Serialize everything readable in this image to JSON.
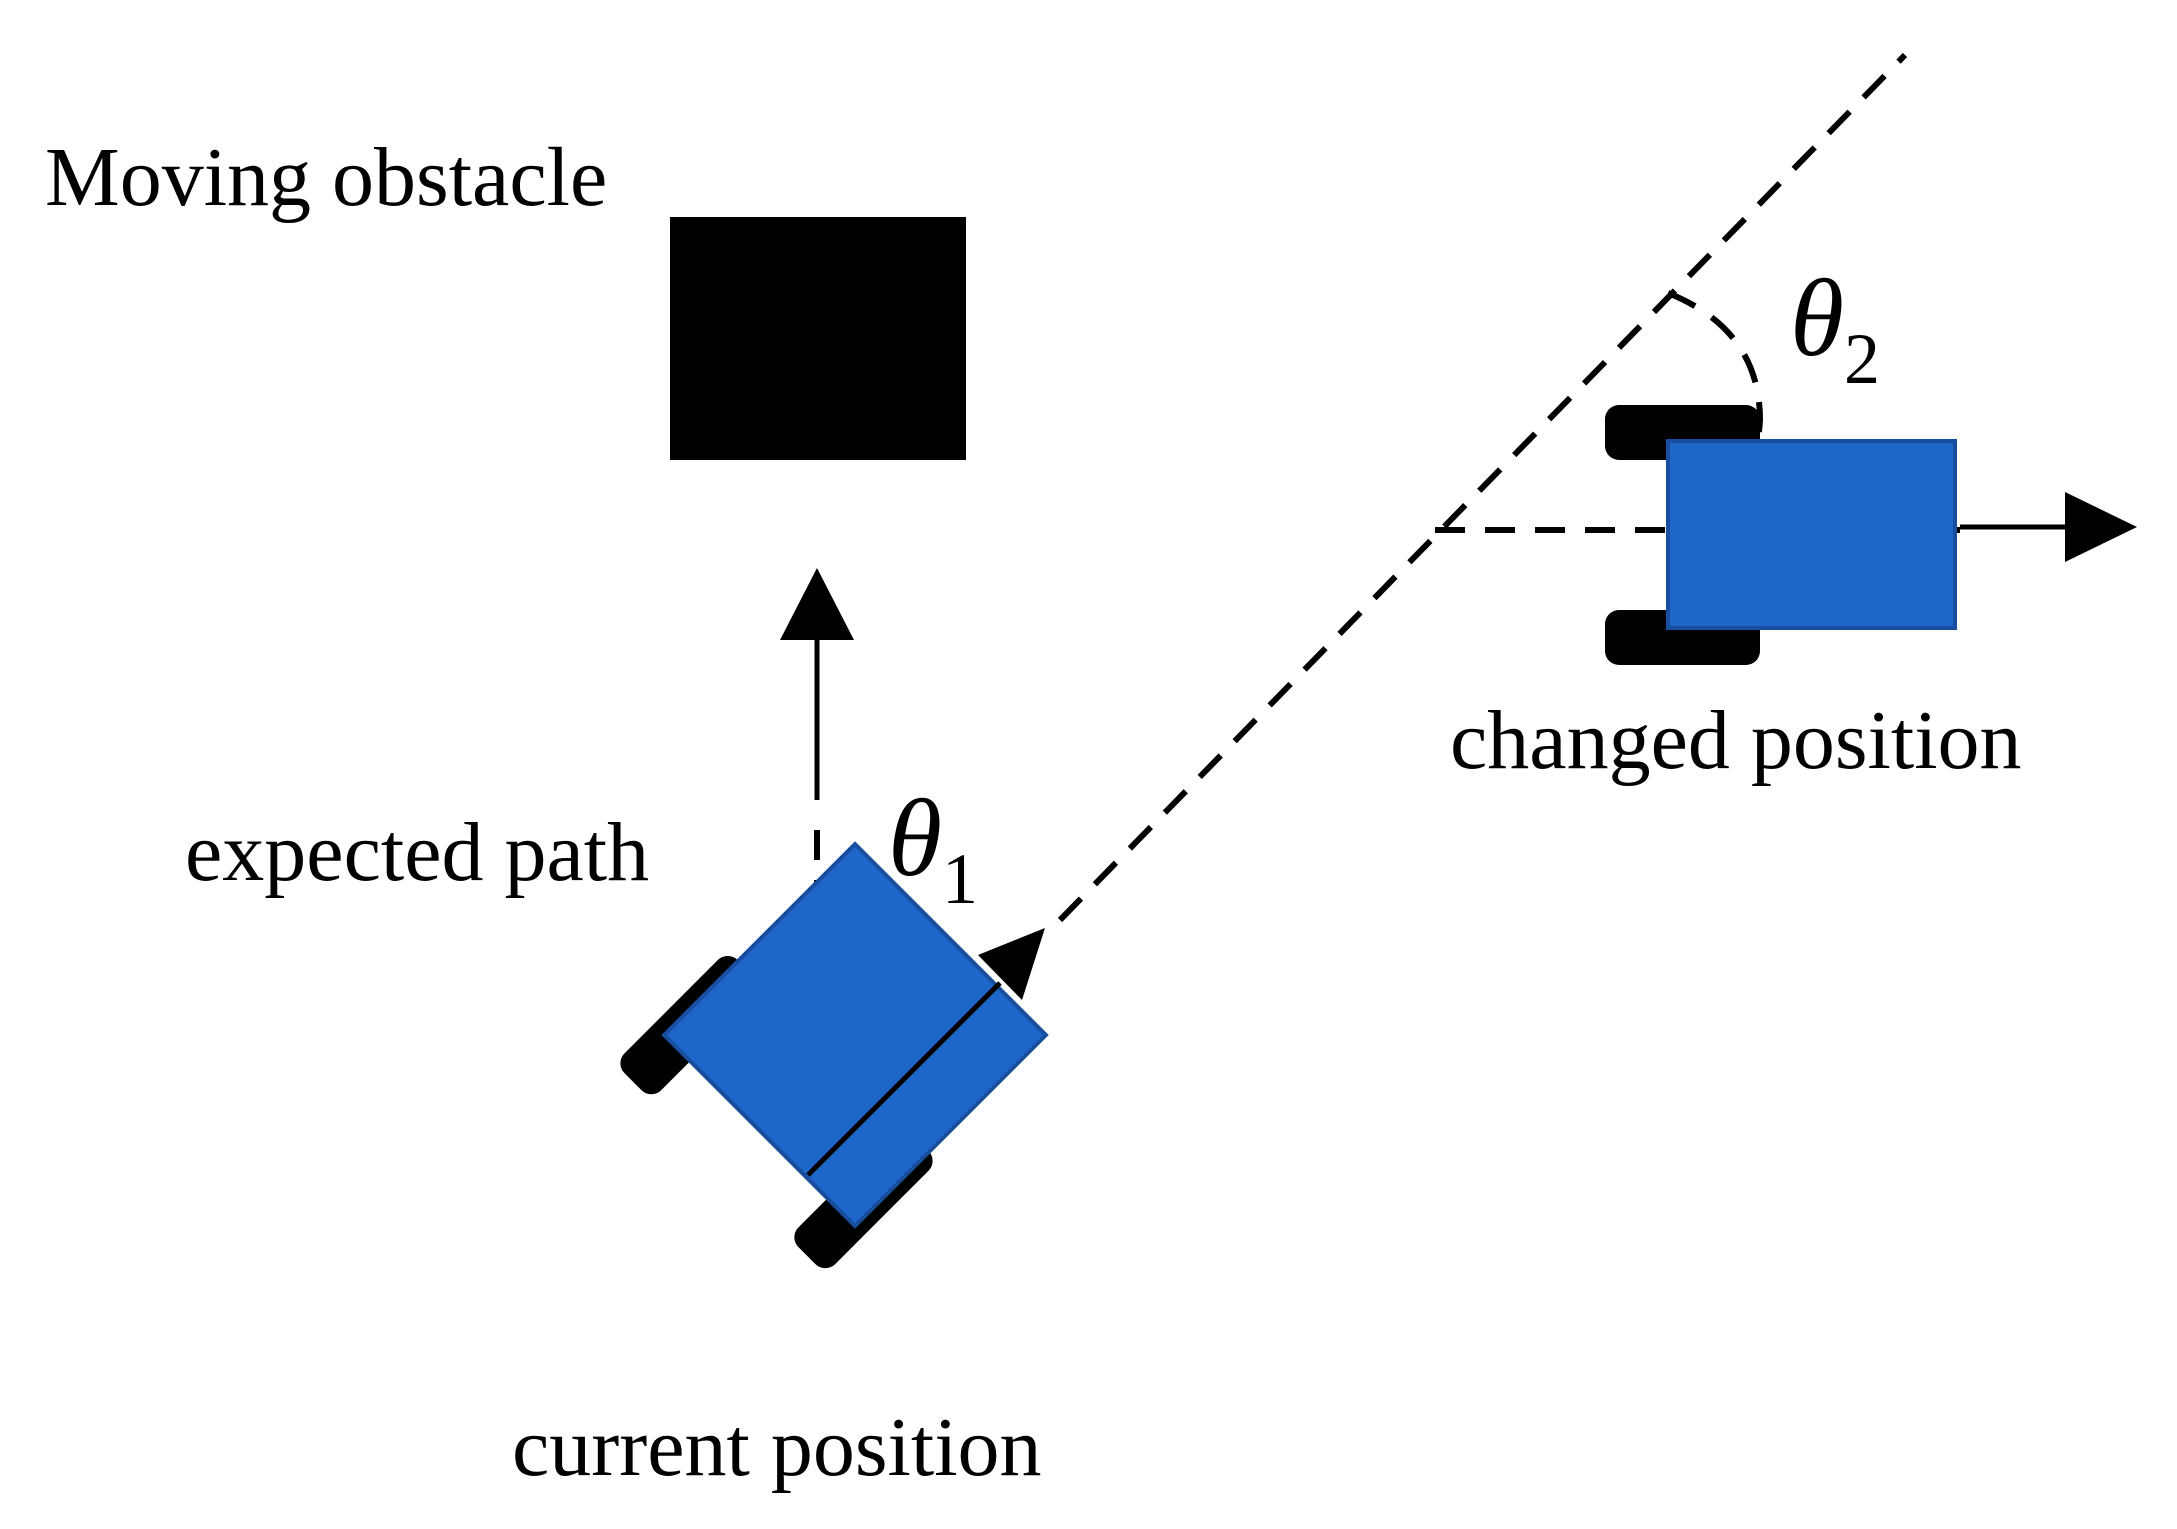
{
  "labels": {
    "obstacle": "Moving obstacle",
    "expected_path": "expected path",
    "current_position": "current position",
    "changed_position": "changed position",
    "theta_symbol": "θ",
    "theta1_subscript": "1",
    "theta2_subscript": "2"
  },
  "colors": {
    "robot_body": "#1f66c9",
    "robot_body_edge": "#174f9e",
    "wheel": "#000000",
    "obstacle": "#000000",
    "line": "#000000",
    "background": "#ffffff"
  }
}
